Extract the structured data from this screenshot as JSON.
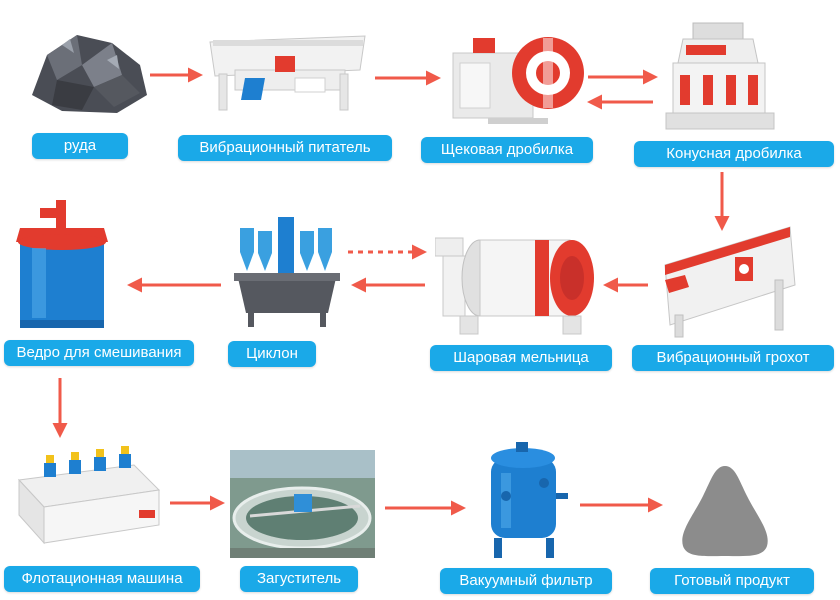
{
  "colors": {
    "label_bg": "#1aa9e8",
    "label_text": "#ffffff",
    "arrow": "#f05a4a",
    "machine_red": "#e23b2e",
    "machine_blue": "#1e7fd0",
    "product_gray": "#8c8c8c"
  },
  "steps": [
    {
      "id": "ore",
      "label": "руда",
      "icon": "ore-rock-icon"
    },
    {
      "id": "feeder",
      "label": "Вибрационный питатель",
      "icon": "vibrating-feeder-icon"
    },
    {
      "id": "jaw",
      "label": "Щековая дробилка",
      "icon": "jaw-crusher-icon"
    },
    {
      "id": "cone",
      "label": "Конусная дробилка",
      "icon": "cone-crusher-icon"
    },
    {
      "id": "screen",
      "label": "Вибрационный грохот",
      "icon": "vibrating-screen-icon"
    },
    {
      "id": "ballmill",
      "label": "Шаровая мельница",
      "icon": "ball-mill-icon"
    },
    {
      "id": "cyclone",
      "label": "Циклон",
      "icon": "hydrocyclone-icon"
    },
    {
      "id": "tank",
      "label": "Ведро для смешивания",
      "icon": "mixing-tank-icon"
    },
    {
      "id": "flotation",
      "label": "Флотационная машина",
      "icon": "flotation-machine-icon"
    },
    {
      "id": "thickener",
      "label": "Загуститель",
      "icon": "thickener-icon"
    },
    {
      "id": "filter",
      "label": "Вакуумный фильтр",
      "icon": "vacuum-filter-icon"
    },
    {
      "id": "product",
      "label": "Готовый продукт",
      "icon": "product-pile-icon"
    }
  ]
}
